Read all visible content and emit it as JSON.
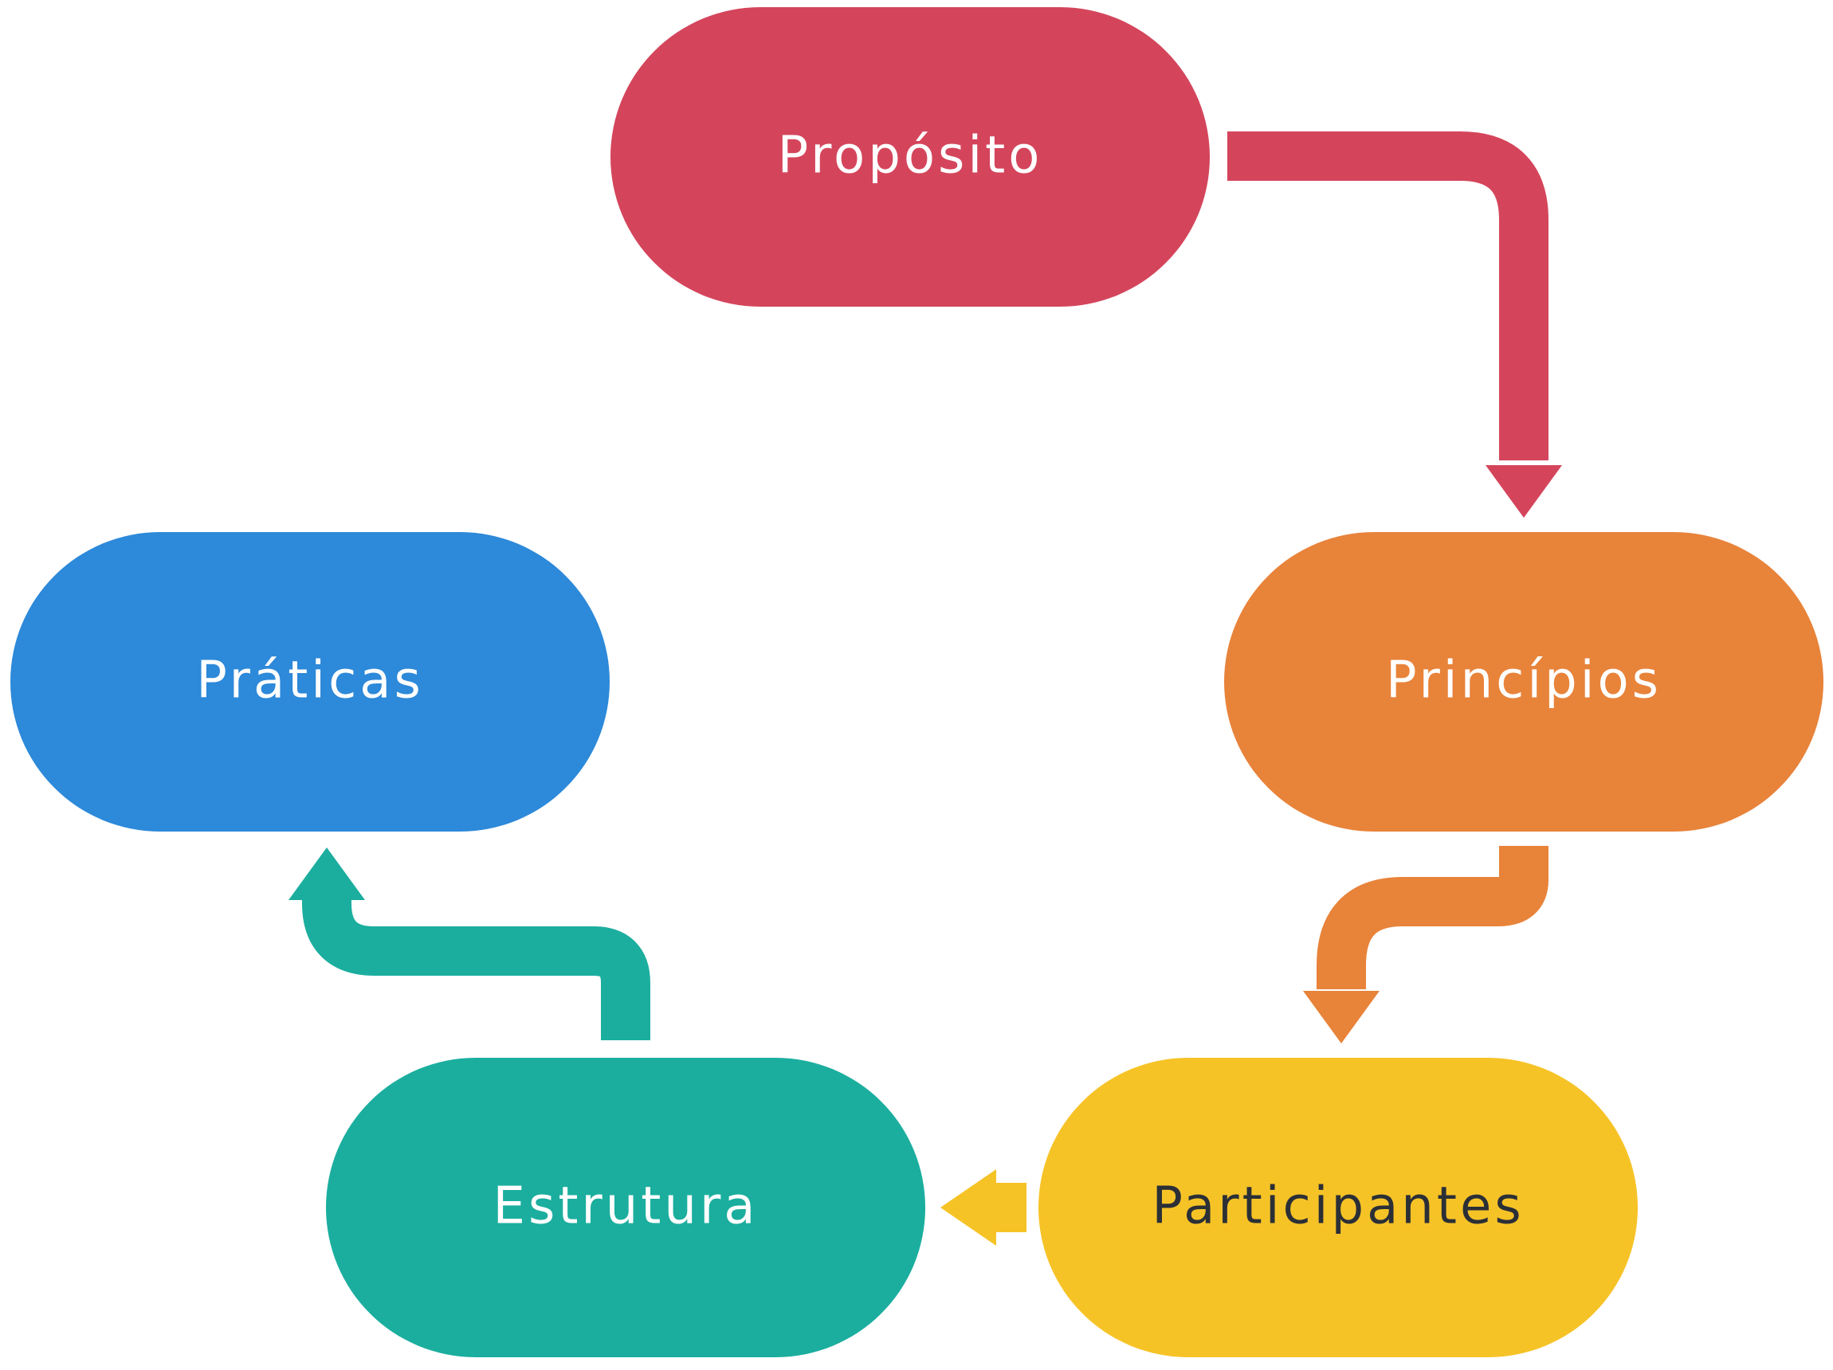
{
  "nodes": {
    "proposito": {
      "label": "Propósito",
      "color": "#d4455c",
      "text_color": "#ffffff"
    },
    "principios": {
      "label": "Princípios",
      "color": "#e8833a",
      "text_color": "#ffffff"
    },
    "participantes": {
      "label": "Participantes",
      "color": "#f6c327",
      "text_color": "#2b2f36"
    },
    "estrutura": {
      "label": "Estrutura",
      "color": "#1bae9e",
      "text_color": "#ffffff"
    },
    "praticas": {
      "label": "Práticas",
      "color": "#2d89d9",
      "text_color": "#ffffff"
    }
  },
  "arrows": [
    {
      "from": "Propósito",
      "to": "Princípios",
      "color": "#d4455c"
    },
    {
      "from": "Princípios",
      "to": "Participantes",
      "color": "#e8833a"
    },
    {
      "from": "Participantes",
      "to": "Estrutura",
      "color": "#f6c327"
    },
    {
      "from": "Estrutura",
      "to": "Práticas",
      "color": "#1bae9e"
    }
  ]
}
